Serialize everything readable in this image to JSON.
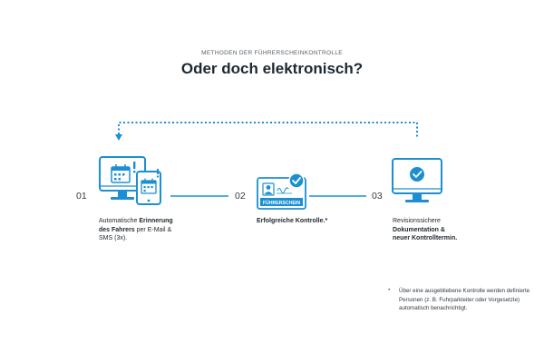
{
  "header": {
    "eyebrow": "METHODEN DER FÜHRERSCHEINKONTROLLE",
    "title": "Oder doch elektronisch?"
  },
  "steps": [
    {
      "number": "01",
      "text_plain_1": "Automatische ",
      "text_bold_1": "Erinnerung",
      "text_bold_2": "des Fahrers",
      "text_plain_2": " per E-Mail &",
      "text_plain_3": "SMS (3x)."
    },
    {
      "number": "02",
      "text_bold_1": "Erfolgreiche Kontrolle.*",
      "card_label": "FÜHRERSCHEIN"
    },
    {
      "number": "03",
      "text_plain_1": "Revisionssichere",
      "text_bold_1": "Dokumentation &",
      "text_bold_2": "neuer Kontrolltermin."
    }
  ],
  "footnote": {
    "star": "*",
    "text": "Über eine ausgebliebene Kontrolle werden definierte Personen (z. B. Fuhrparkleiter oder Vorgesetzte) automatisch benachrichtigt."
  },
  "icons": [
    "monitor-calendar-icon",
    "tablet-calendar-icon",
    "license-card-icon",
    "monitor-check-icon",
    "dotted-return-arrow-icon"
  ],
  "colors": {
    "accent": "#1b8fd2",
    "text": "#1f2a33"
  }
}
